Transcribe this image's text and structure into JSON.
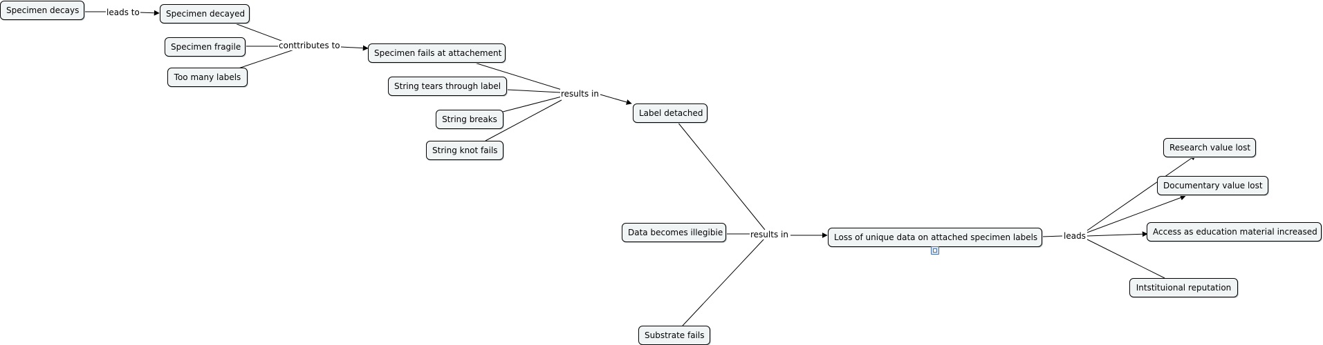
{
  "concepts": {
    "specimen_decays": "Specimen decays",
    "specimen_decayed": "Specimen decayed",
    "specimen_fragile": "Specimen fragile",
    "too_many_labels": "Too many labels",
    "fails_attachement": "Specimen fails at attachement",
    "string_tears": "String tears through label",
    "string_breaks": "String breaks",
    "string_knot_fails": "String knot fails",
    "label_detached": "Label detached",
    "data_illegible": "Data becomes illegibie",
    "substrate_fails": "Substrate fails",
    "loss_of_data": "Loss of unique data on attached specimen labels",
    "research_value_lost": "Research value lost",
    "documentary_value_lost": "Documentary value lost",
    "access_education": "Access as education material increased",
    "institutional_reputation": "Intstituional reputation"
  },
  "links": {
    "leads_to": "leads to",
    "contributes_to": "conttributes to",
    "results_in_1": "results in",
    "results_in_2": "results in",
    "leads": "leads"
  },
  "icons": {
    "resource": "document-icon"
  },
  "colors": {
    "node_fill": "#f0f4f5",
    "node_border": "#000000",
    "line": "#000000"
  }
}
